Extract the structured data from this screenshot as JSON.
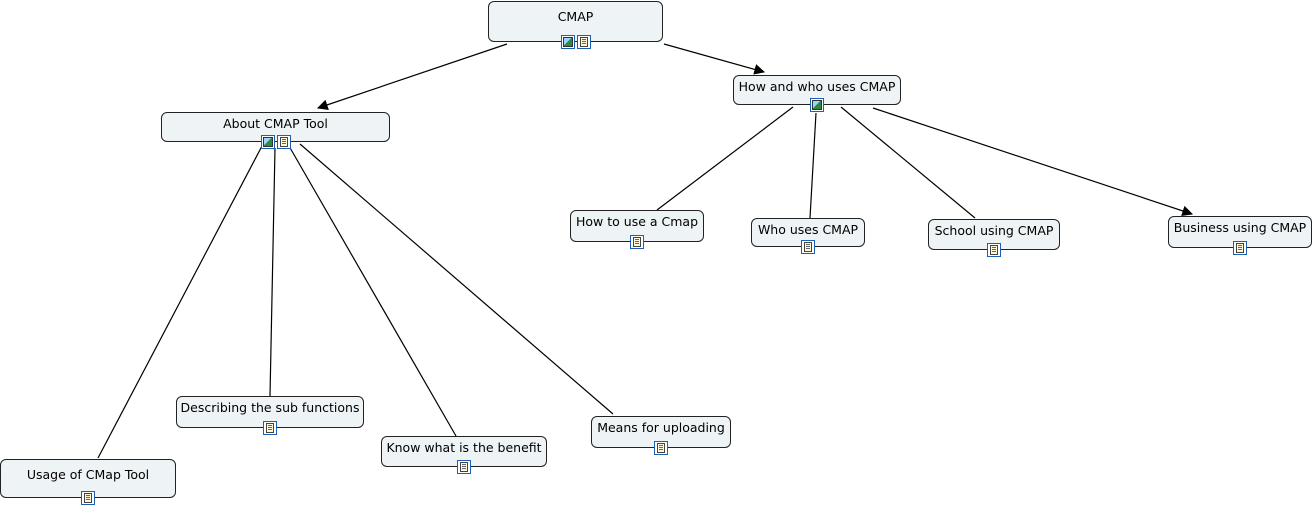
{
  "nodes": {
    "cmap": {
      "label": "CMAP",
      "icons": [
        "image-icon",
        "document-icon"
      ]
    },
    "about": {
      "label": "About CMAP Tool",
      "icons": [
        "image-icon",
        "document-icon"
      ]
    },
    "how_who": {
      "label": "How and who uses CMAP",
      "icons": [
        "image-icon"
      ]
    },
    "how_use": {
      "label": "How to use a Cmap",
      "icons": [
        "document-icon"
      ]
    },
    "who_uses": {
      "label": "Who uses CMAP",
      "icons": [
        "document-icon"
      ]
    },
    "school": {
      "label": "School using CMAP",
      "icons": [
        "document-icon"
      ]
    },
    "business": {
      "label": "Business using CMAP",
      "icons": [
        "document-icon"
      ]
    },
    "describing": {
      "label": "Describing the sub functions",
      "icons": [
        "document-icon"
      ]
    },
    "usage": {
      "label": "Usage of CMap Tool",
      "icons": [
        "document-icon"
      ]
    },
    "benefit": {
      "label": "Know what is the benefit",
      "icons": [
        "document-icon"
      ]
    },
    "uploading": {
      "label": "Means for uploading",
      "icons": [
        "document-icon"
      ]
    }
  },
  "edges": [
    {
      "from": "cmap",
      "to": "about",
      "arrow": true
    },
    {
      "from": "cmap",
      "to": "how_who",
      "arrow": true
    },
    {
      "from": "how_who",
      "to": "how_use",
      "arrow": false
    },
    {
      "from": "how_who",
      "to": "who_uses",
      "arrow": false
    },
    {
      "from": "how_who",
      "to": "school",
      "arrow": false
    },
    {
      "from": "how_who",
      "to": "business",
      "arrow": true
    },
    {
      "from": "about",
      "to": "usage",
      "arrow": false
    },
    {
      "from": "about",
      "to": "describing",
      "arrow": false
    },
    {
      "from": "about",
      "to": "benefit",
      "arrow": false
    },
    {
      "from": "about",
      "to": "uploading",
      "arrow": false
    }
  ]
}
